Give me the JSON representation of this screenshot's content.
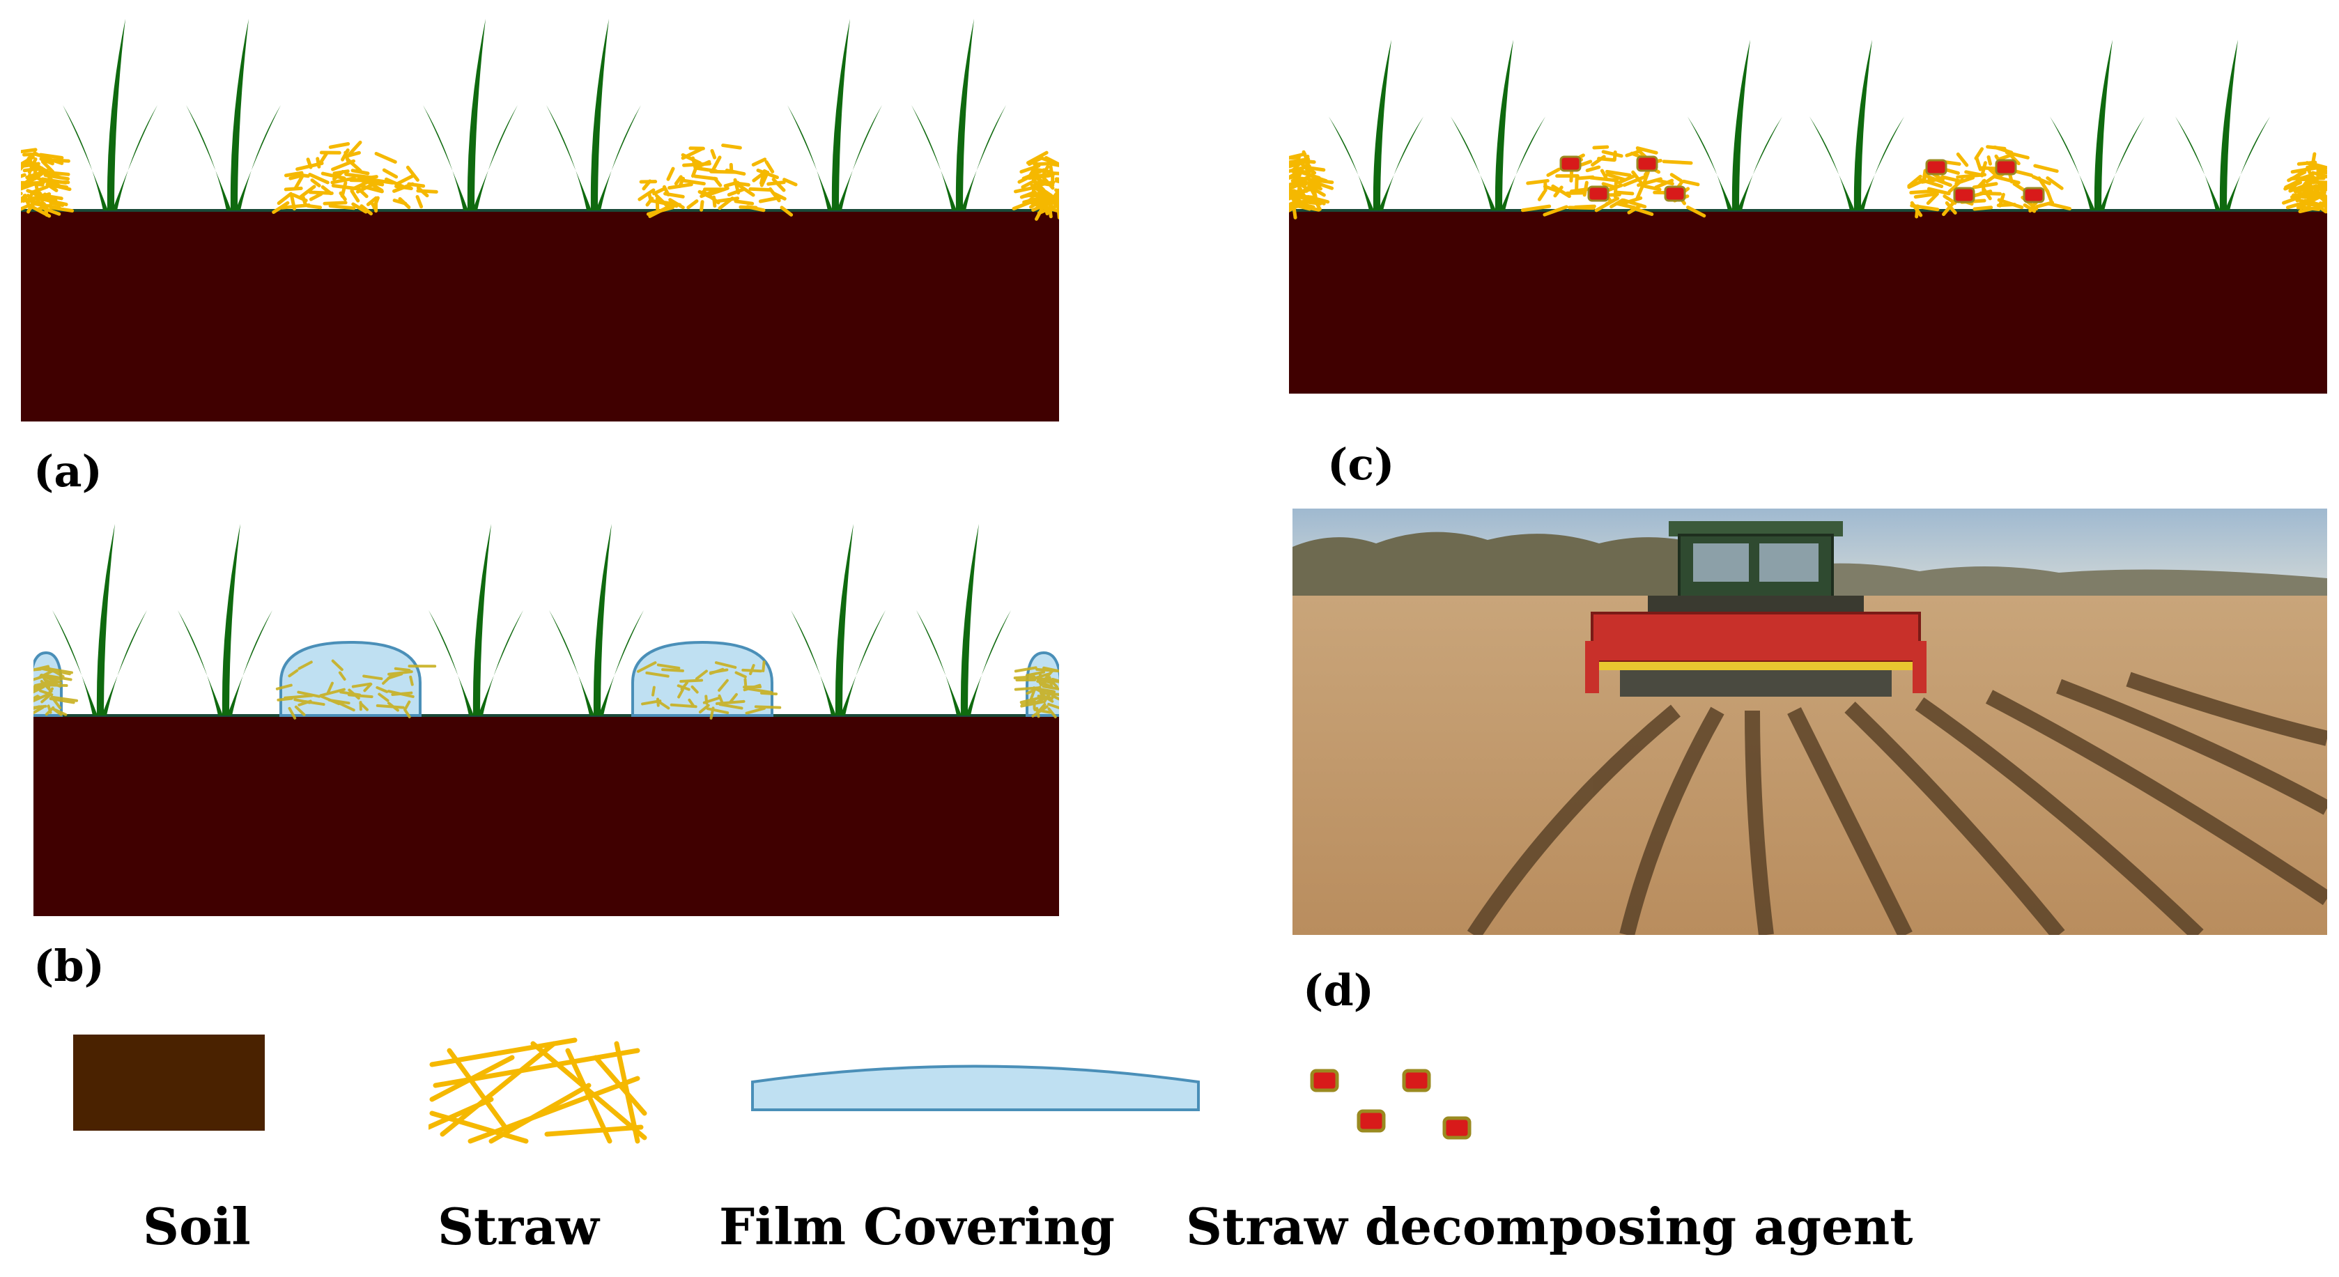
{
  "panels": {
    "a": {
      "label": "(a)"
    },
    "b": {
      "label": "(b)"
    },
    "c": {
      "label": "(c)"
    },
    "d": {
      "label": "(d)"
    }
  },
  "legend": {
    "soil": "Soil",
    "straw": "Straw",
    "film": "Film Covering",
    "agent": "Straw decomposing agent"
  },
  "colors": {
    "soil_field": "#400000",
    "soil_legend": "#4A2200",
    "plant": "#0F6A0F",
    "straw": "#F5B800",
    "film": "#BFE0F2",
    "film_edge": "#4A8FB8",
    "agent": "#D81A1A",
    "agent_edge": "#9A8A20"
  }
}
